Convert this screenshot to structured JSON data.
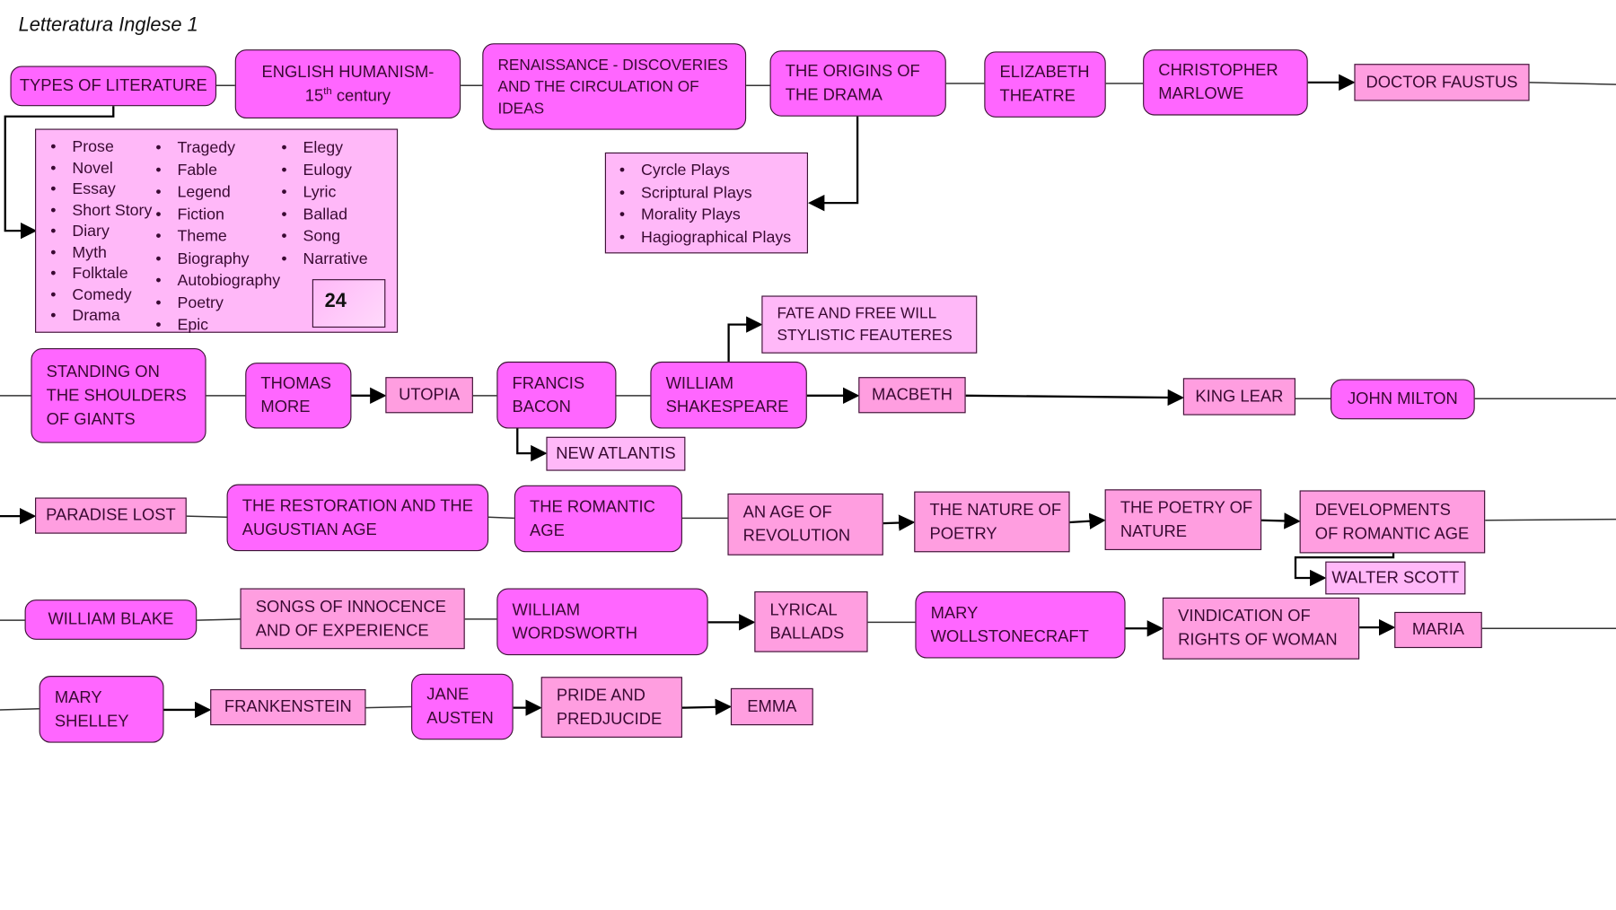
{
  "title": "Letteratura Inglese 1",
  "row1": {
    "types": "TYPES OF LITERATURE",
    "humanism": [
      "ENGLISH HUMANISM-",
      "15",
      "th",
      " century"
    ],
    "renaissance": [
      "RENAISSANCE - DISCOVERIES",
      "AND THE CIRCULATION OF",
      "IDEAS"
    ],
    "origins": [
      "THE ORIGINS OF",
      "THE DRAMA"
    ],
    "elizabeth": [
      "ELIZABETH",
      "THEATRE"
    ],
    "marlowe": [
      "CHRISTOPHER",
      "MARLOWE"
    ],
    "faustus": "DOCTOR FAUSTUS"
  },
  "types_list": {
    "col1": [
      "Prose",
      "Novel",
      "Essay",
      "Short Story",
      "Diary",
      "Myth",
      "Folktale",
      "Comedy",
      "Drama"
    ],
    "col2": [
      "Tragedy",
      "Fable",
      "Legend",
      "Fiction",
      "Theme",
      "Biography",
      "Autobiography",
      "Poetry",
      "Epic"
    ],
    "col3": [
      "Elegy",
      "Eulogy",
      "Lyric",
      "Ballad",
      "Song",
      "Narrative"
    ],
    "page_number": "24"
  },
  "drama_list": [
    "Cyrcle Plays",
    "Scriptural Plays",
    "Morality Plays",
    "Hagiographical Plays"
  ],
  "row2": {
    "giants": [
      "STANDING ON",
      "THE SHOULDERS",
      "OF GIANTS"
    ],
    "more": [
      "THOMAS",
      "MORE"
    ],
    "utopia": "UTOPIA",
    "bacon": [
      "FRANCIS",
      "BACON"
    ],
    "atlantis": "NEW ATLANTIS",
    "shakespeare": [
      "WILLIAM",
      "SHAKESPEARE"
    ],
    "fate": [
      "FATE AND FREE WILL",
      "STYLISTIC FEAUTERES"
    ],
    "macbeth": "MACBETH",
    "lear": "KING LEAR",
    "milton": "JOHN MILTON"
  },
  "row3": {
    "paradise": "PARADISE LOST",
    "restoration": [
      "THE RESTORATION AND THE",
      "AUGUSTIAN AGE"
    ],
    "romantic": [
      "THE ROMANTIC",
      "AGE"
    ],
    "revolution": [
      "AN AGE OF",
      "REVOLUTION"
    ],
    "nature_poetry": [
      "THE NATURE OF",
      "POETRY"
    ],
    "poetry_nature": [
      "THE POETRY OF",
      "NATURE"
    ],
    "developments": [
      "DEVELOPMENTS",
      "OF ROMANTIC AGE"
    ],
    "scott": "WALTER SCOTT"
  },
  "row4": {
    "blake": "WILLIAM BLAKE",
    "songs": [
      "SONGS OF INNOCENCE",
      "AND OF EXPERIENCE"
    ],
    "wordsworth": [
      "WILLIAM",
      "WORDSWORTH"
    ],
    "lyrical": [
      "LYRICAL",
      "BALLADS"
    ],
    "wollstonecraft": [
      "MARY",
      "WOLLSTONECRAFT"
    ],
    "vindication": [
      "VINDICATION OF",
      "RIGHTS OF WOMAN"
    ],
    "maria": "MARIA"
  },
  "row5": {
    "shelley": [
      "MARY",
      "SHELLEY"
    ],
    "frankenstein": "FRANKENSTEIN",
    "austen": [
      "JANE",
      "AUSTEN"
    ],
    "pride": [
      "PRIDE AND",
      "PREDJUCIDE"
    ],
    "emma": "EMMA"
  },
  "colors": {
    "main_node": "#ff66ff",
    "work_node": "#ff9ee0",
    "detail_node": "#ffb8f8",
    "border": "#3d1436"
  }
}
